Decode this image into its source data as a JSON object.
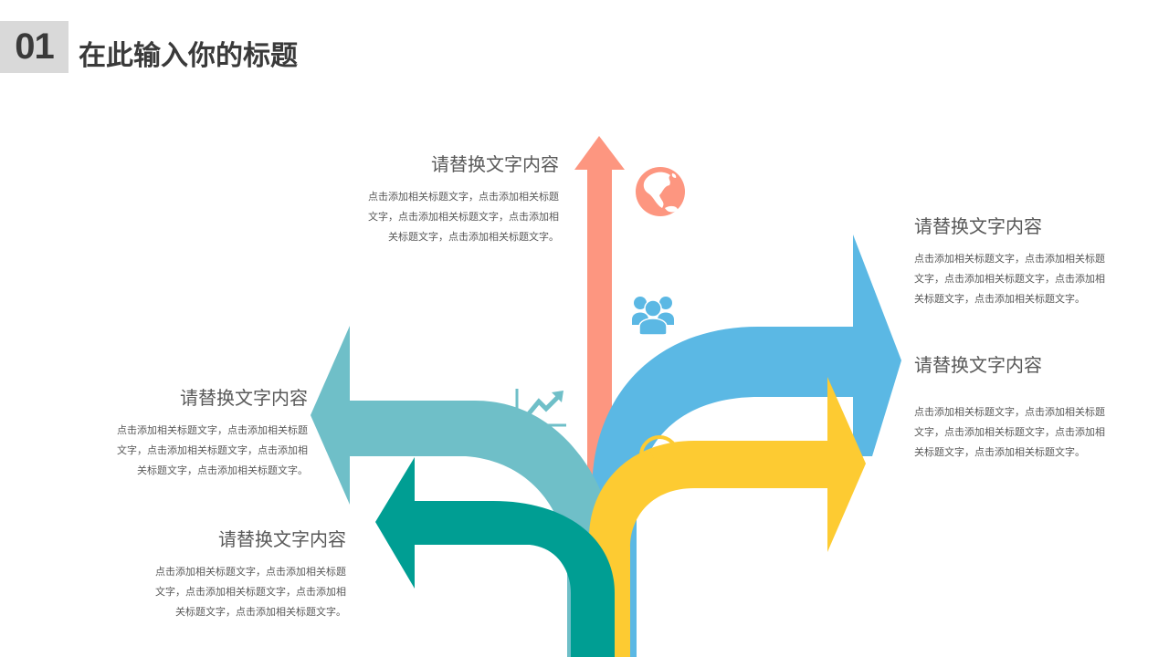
{
  "header": {
    "number": "01",
    "title": "在此输入你的标题"
  },
  "colors": {
    "salmon": "#FD9680",
    "blue": "#5BB8E4",
    "light_teal": "#6FBFC8",
    "dark_teal": "#009E93",
    "yellow": "#FDCB32",
    "text": "#595959",
    "number_box_bg": "#D9D9D9"
  },
  "blocks": [
    {
      "id": "top",
      "heading": "请替换文字内容",
      "body": "点击添加相关标题文字，点击添加相关标题文字，点击添加相关标题文字，点击添加相关标题文字，点击添加相关标题文字。",
      "lines": [
        "点击添加相关标题文字，点击添加相关标题",
        "文字，点击添加相关标题文字，点击添加相",
        "关标题文字，点击添加相关标题文字。"
      ]
    },
    {
      "id": "right-top",
      "heading": "请替换文字内容",
      "lines": [
        "点击添加相关标题文字，点击添加相关标题",
        "文字，点击添加相关标题文字，点击添加相",
        "关标题文字，点击添加相关标题文字。"
      ]
    },
    {
      "id": "right-bottom",
      "heading": "请替换文字内容",
      "lines": [
        "点击添加相关标题文字，点击添加相关标题",
        "文字，点击添加相关标题文字，点击添加相",
        "关标题文字，点击添加相关标题文字。"
      ]
    },
    {
      "id": "left-top",
      "heading": "请替换文字内容",
      "lines": [
        "点击添加相关标题文字，点击添加相关标题",
        "文字，点击添加相关标题文字，点击添加相",
        "关标题文字，点击添加相关标题文字。"
      ]
    },
    {
      "id": "left-bottom",
      "heading": "请替换文字内容",
      "lines": [
        "点击添加相关标题文字，点击添加相关标题",
        "文字，点击添加相关标题文字，点击添加相",
        "关标题文字，点击添加相关标题文字。"
      ]
    }
  ],
  "icons": {
    "globe": "globe-icon",
    "users": "users-icon",
    "chart": "growth-chart-icon",
    "ball": "soccer-ball-icon"
  }
}
